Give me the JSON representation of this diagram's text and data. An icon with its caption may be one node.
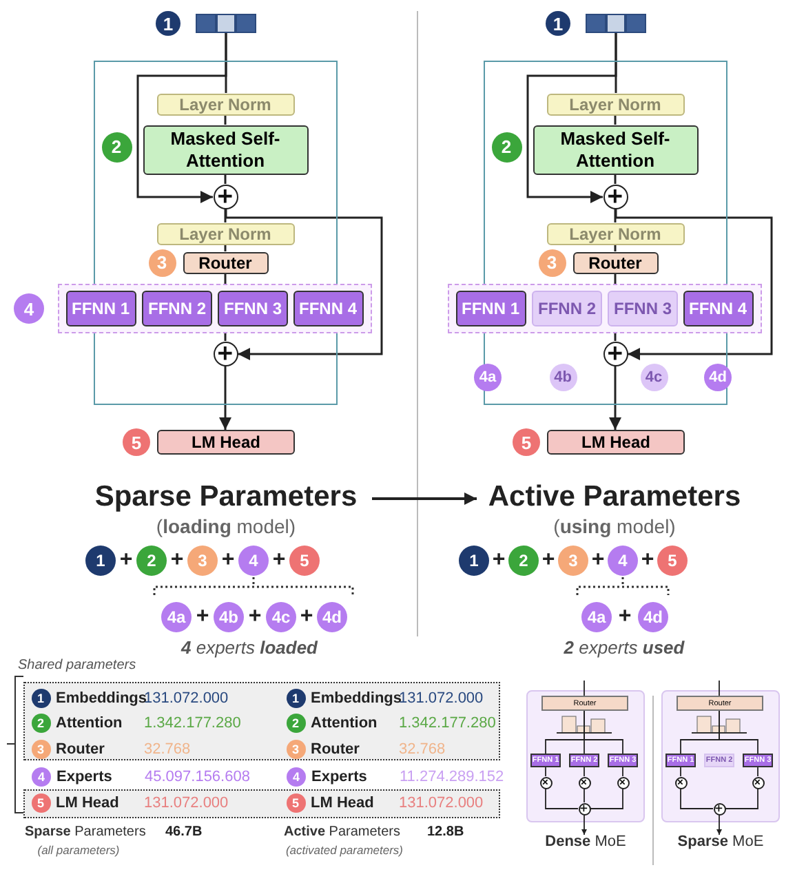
{
  "diagram": {
    "nodes": [
      {
        "text": [
          "1"
        ]
      },
      {
        "text": [],
        "shape": "bar"
      },
      {
        "text": [],
        "shape": "box"
      },
      {
        "text": [
          "Layer Norm"
        ],
        "in": 2
      },
      {
        "text": [
          "Masked Self-Attention"
        ],
        "in": 2
      },
      {
        "text": [
          "2"
        ],
        "in": 2
      },
      {
        "text": [],
        "shape": "circle",
        "in": 2
      },
      {
        "text": [
          "Layer Norm"
        ],
        "in": 2
      },
      {
        "text": [
          "Router"
        ],
        "in": 2
      },
      {
        "text": [
          "3"
        ],
        "in": 2
      },
      {
        "text": [],
        "shape": "box"
      },
      {
        "text": [
          "FFNN 1"
        ],
        "in": 10
      },
      {
        "text": [
          "FFNN 2"
        ]
      },
      {
        "text": [
          "FFNN 3"
        ]
      },
      {
        "text": [
          "FFNN 4"
        ],
        "in": 10
      },
      {
        "text": [
          "4"
        ]
      },
      {
        "text": [],
        "shape": "circle",
        "in": 2
      },
      {
        "text": [
          "5"
        ]
      },
      {
        "text": [
          "LM Head"
        ]
      },
      {
        "text": [
          "1"
        ]
      },
      {
        "text": [],
        "shape": "bar"
      },
      {
        "text": [],
        "shape": "box"
      },
      {
        "text": [
          "Layer Norm"
        ],
        "in": 21
      },
      {
        "text": [
          "Masked Self-Attention"
        ],
        "in": 21
      },
      {
        "text": [
          "2"
        ],
        "in": 21
      },
      {
        "text": [],
        "shape": "circle",
        "in": 21
      },
      {
        "text": [
          "Layer Norm"
        ],
        "in": 21
      },
      {
        "text": [
          "Router"
        ],
        "in": 21
      },
      {
        "text": [
          "3"
        ],
        "in": 21
      },
      {
        "text": [],
        "shape": "box"
      },
      {
        "text": [
          "FFNN 1"
        ],
        "in": 29
      },
      {
        "text": [
          "FFNN 2"
        ]
      },
      {
        "text": [
          "FFNN 3"
        ]
      },
      {
        "text": [
          "FFNN 4"
        ],
        "in": 29
      },
      {
        "text": [
          "4a"
        ]
      },
      {
        "text": [
          "4b"
        ],
        "in": 21
      },
      {
        "text": [],
        "shape": "circle",
        "in": 21
      },
      {
        "text": [
          "4c"
        ],
        "in": 21
      },
      {
        "text": [
          "4d"
        ]
      },
      {
        "text": [
          "5"
        ]
      },
      {
        "text": [
          "LM Head"
        ]
      },
      {
        "text": [
          "Sparse Parameters",
          "(**loading** model)"
        ]
      },
      {
        "text": [
          "Active Parameters",
          "(**using** model)"
        ]
      },
      {
        "text": [
          "1"
        ]
      },
      {
        "text": [
          "2"
        ]
      },
      {
        "text": [
          "3"
        ]
      },
      {
        "text": [
          "4"
        ]
      },
      {
        "text": [
          "5"
        ]
      },
      {
        "text": [
          "4a"
        ]
      },
      {
        "text": [
          "4b"
        ]
      },
      {
        "text": [
          "4c"
        ]
      },
      {
        "text": [
          "4d"
        ]
      },
      {
        "text": [
          "1"
        ]
      },
      {
        "text": [
          "2"
        ]
      },
      {
        "text": [
          "3"
        ]
      },
      {
        "text": [
          "4"
        ]
      },
      {
        "text": [
          "5"
        ]
      },
      {
        "text": [
          "4a"
        ]
      },
      {
        "text": [
          "4d"
        ]
      },
      {
        "text": [],
        "shape": "box"
      },
      {
        "text": [
          "1"
        ],
        "in": 59,
        "beside": [
          "Embeddings",
          "131.072.000"
        ]
      },
      {
        "text": [
          "2"
        ],
        "in": 59,
        "beside": [
          "Attention",
          "1.342.177.280"
        ]
      },
      {
        "text": [
          "3"
        ],
        "in": 59,
        "beside": [
          "Router",
          "32.768"
        ]
      },
      {
        "text": [
          "1"
        ],
        "in": 59,
        "beside": [
          "Embeddings",
          "131.072.000"
        ]
      },
      {
        "text": [
          "2"
        ],
        "in": 59,
        "beside": [
          "Attention",
          "1.342.177.280"
        ]
      },
      {
        "text": [
          "3"
        ],
        "in": 59,
        "beside": [
          "Router",
          "32.768"
        ]
      },
      {
        "text": [
          "4"
        ],
        "beside": [
          "Experts",
          "45.097.156.608"
        ]
      },
      {
        "text": [
          "4"
        ],
        "beside": [
          "Experts",
          "11.274.289.152"
        ]
      },
      {
        "text": [],
        "shape": "box"
      },
      {
        "text": [
          "5"
        ],
        "in": 68,
        "beside": [
          "LM Head",
          "131.072.000"
        ]
      },
      {
        "text": [
          "5"
        ],
        "in": 68,
        "beside": [
          "LM Head",
          "131.072.000"
        ]
      },
      {
        "text": [
          "**Dense** MoE"
        ]
      },
      {
        "text": [
          "Router"
        ],
        "in": 71
      },
      {
        "text": [
          "FFNN 1"
        ],
        "in": 71
      },
      {
        "text": [
          "FFNN 2"
        ],
        "in": 71
      },
      {
        "text": [
          "FFNN 3"
        ],
        "in": 71
      },
      {
        "text": [],
        "shape": "circle",
        "in": 71
      },
      {
        "text": [],
        "shape": "circle",
        "in": 71
      },
      {
        "text": [],
        "shape": "circle",
        "in": 71
      },
      {
        "text": [],
        "shape": "circle",
        "in": 71
      },
      {
        "text": [
          "**Sparse** MoE"
        ]
      },
      {
        "text": [
          "Router"
        ],
        "in": 80
      },
      {
        "text": [
          "FFNN 1"
        ],
        "in": 80
      },
      {
        "text": [
          "FFNN 2"
        ],
        "in": 80
      },
      {
        "text": [
          "FFNN 3"
        ],
        "in": 80
      },
      {
        "text": [],
        "shape": "circle",
        "in": 80
      },
      {
        "text": [],
        "shape": "circle",
        "in": 80
      },
      {
        "text": [],
        "shape": "circle",
        "in": 80
      }
    ],
    "edges": [
      {
        "from": 1,
        "to": 3,
        "arrow": "none"
      },
      {
        "from": 3,
        "to": 4,
        "arrow": "none"
      },
      {
        "from": 4,
        "to": 6,
        "arrow": "none"
      },
      {
        "from": 1,
        "to": 6,
        "arrow": "to"
      },
      {
        "from": 6,
        "to": 7,
        "arrow": "none"
      },
      {
        "from": 7,
        "to": 8,
        "arrow": "none"
      },
      {
        "from": 8,
        "to": 10,
        "arrow": "none"
      },
      {
        "from": 10,
        "to": 16,
        "arrow": "none"
      },
      {
        "from": 6,
        "to": 16,
        "arrow": "to"
      },
      {
        "from": 16,
        "to": 18,
        "arrow": "to"
      },
      {
        "from": 20,
        "to": 22,
        "arrow": "none"
      },
      {
        "from": 22,
        "to": 23,
        "arrow": "none"
      },
      {
        "from": 23,
        "to": 25,
        "arrow": "none"
      },
      {
        "from": 20,
        "to": 25,
        "arrow": "to"
      },
      {
        "from": 25,
        "to": 26,
        "arrow": "none"
      },
      {
        "from": 26,
        "to": 27,
        "arrow": "none"
      },
      {
        "from": 27,
        "to": 29,
        "arrow": "none"
      },
      {
        "from": 29,
        "to": 36,
        "arrow": "none"
      },
      {
        "from": 25,
        "to": 36,
        "arrow": "to"
      },
      {
        "from": 36,
        "to": 40,
        "arrow": "to"
      },
      {
        "from": 41,
        "to": 42,
        "arrow": "to"
      },
      {
        "from": null,
        "to": 72,
        "arrow": "none"
      },
      {
        "from": 72,
        "to": 73,
        "arrow": "none"
      },
      {
        "from": 72,
        "to": 74,
        "arrow": "none"
      },
      {
        "from": 72,
        "to": 75,
        "arrow": "none"
      },
      {
        "from": 73,
        "to": 76,
        "arrow": "none"
      },
      {
        "from": 74,
        "to": 77,
        "arrow": "none"
      },
      {
        "from": 75,
        "to": 78,
        "arrow": "none"
      },
      {
        "from": 76,
        "to": 79,
        "arrow": "none"
      },
      {
        "from": 77,
        "to": 79,
        "arrow": "none"
      },
      {
        "from": 78,
        "to": 79,
        "arrow": "none"
      },
      {
        "from": 79,
        "to": null,
        "arrow": "to"
      },
      {
        "from": null,
        "to": 81,
        "arrow": "none"
      },
      {
        "from": 81,
        "to": 82,
        "arrow": "none"
      },
      {
        "from": 81,
        "to": 84,
        "arrow": "none"
      },
      {
        "from": 82,
        "to": 85,
        "arrow": "none"
      },
      {
        "from": 84,
        "to": 86,
        "arrow": "none"
      },
      {
        "from": 85,
        "to": 87,
        "arrow": "none"
      },
      {
        "from": 86,
        "to": 87,
        "arrow": "none"
      },
      {
        "from": 87,
        "to": null,
        "arrow": "to"
      }
    ],
    "labels": [
      "+",
      "+",
      "+",
      "+",
      "+",
      "+",
      "+",
      "+",
      "+",
      "+",
      "+",
      "+",
      "**4** experts **loaded**",
      "**2** experts **used**",
      "Shared parameters",
      "**Sparse** Parameters",
      "46.7B",
      "**Active** Parameters",
      "12.8B",
      "(all parameters)",
      "(activated parameters)"
    ]
  }
}
